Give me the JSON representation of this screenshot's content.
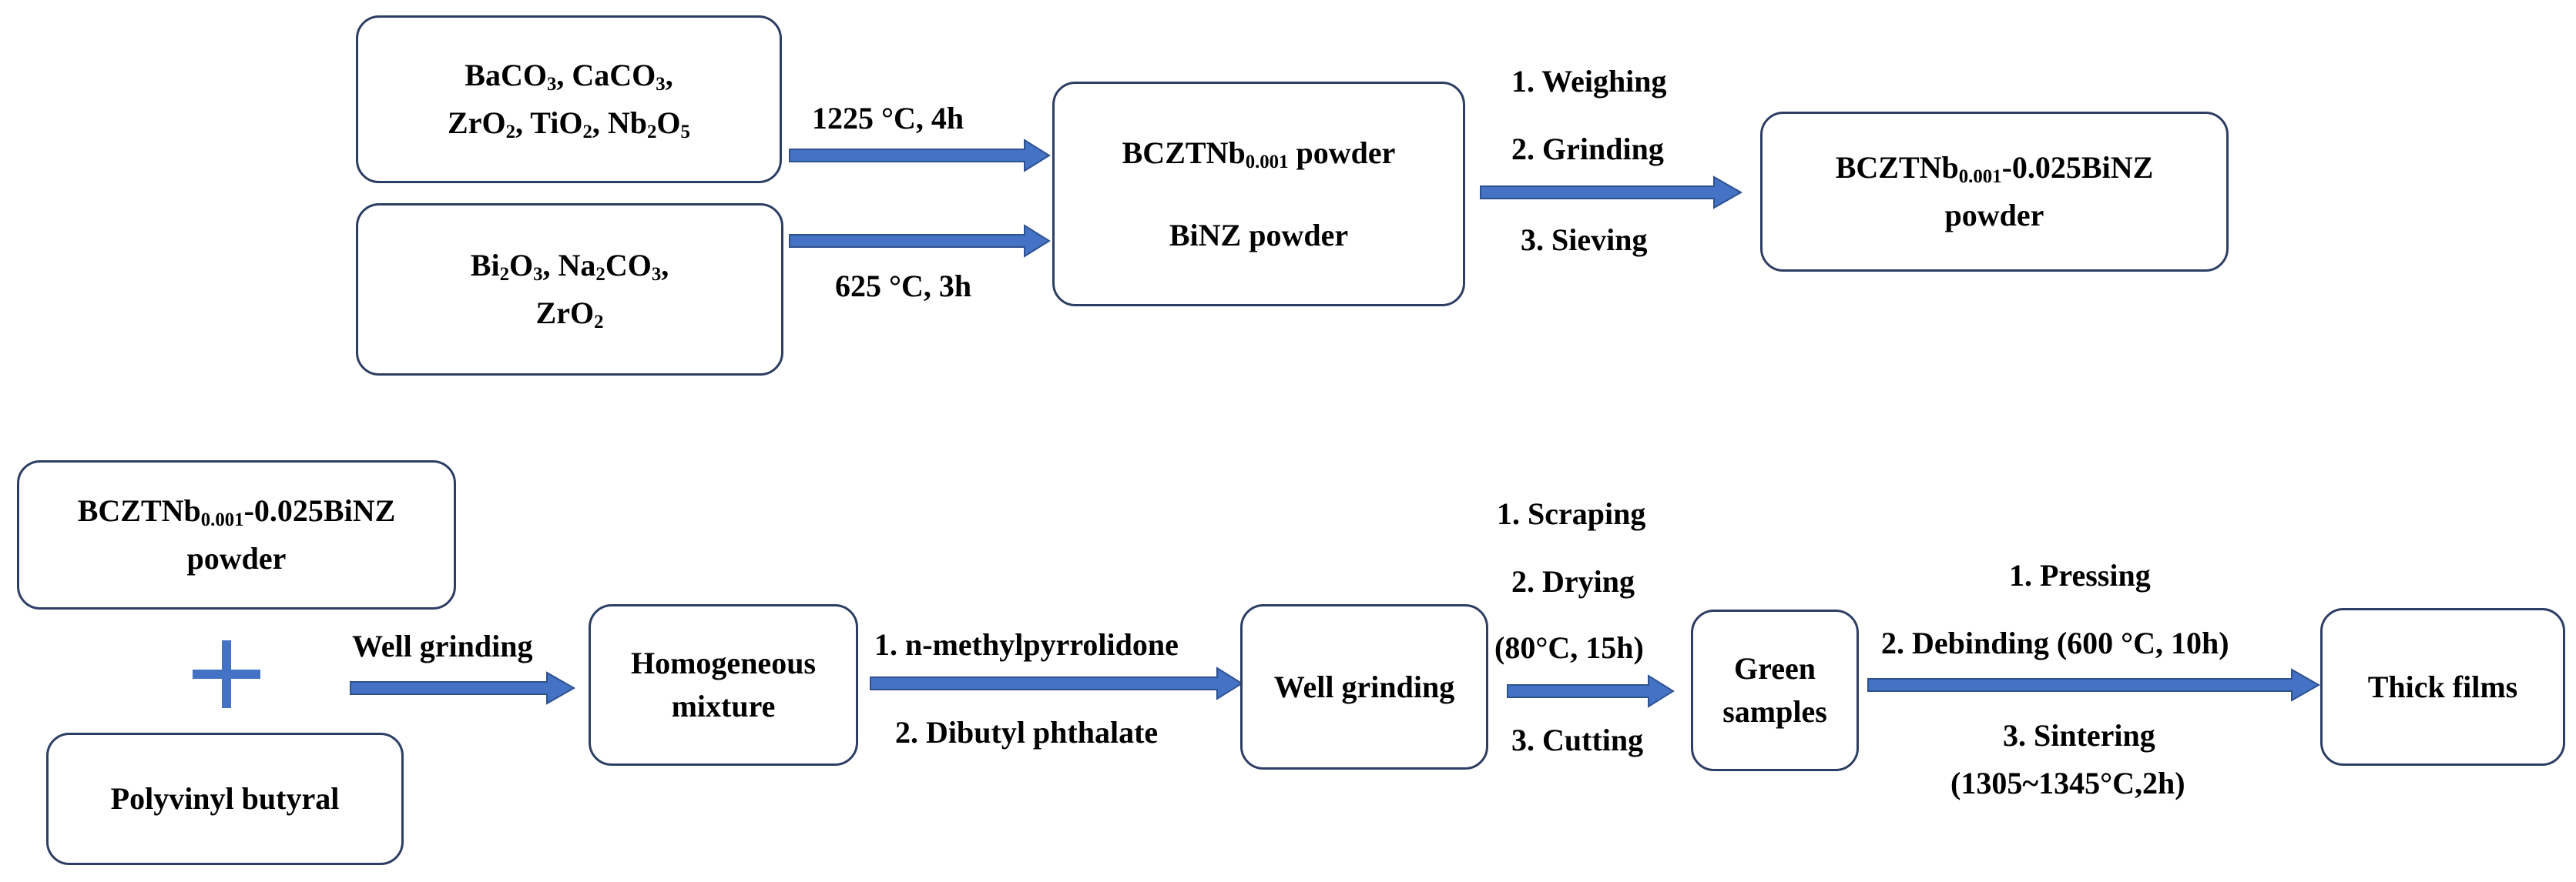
{
  "colors": {
    "arrow": "#4472c4",
    "arrow_stroke": "#2f528f",
    "box_border": "#2c3e63",
    "plus": "#4472c4"
  },
  "top_row": {
    "raw_a": {
      "l1a": "BaCO",
      "l1b": "3",
      "l1c": ", CaCO",
      "l1d": "3",
      "l1e": ",",
      "l2a": "ZrO",
      "l2b": "2",
      "l2c": ", TiO",
      "l2d": "2",
      "l2e": ", Nb",
      "l2f": "2",
      "l2g": "O",
      "l2h": "5"
    },
    "raw_b": {
      "l1a": "Bi",
      "l1b": "2",
      "l1c": "O",
      "l1d": "3",
      "l1e": ", Na",
      "l1f": "2",
      "l1g": "CO",
      "l1h": "3",
      "l1i": ",",
      "l2a": "ZrO",
      "l2b": "2"
    },
    "cond_a": "1225 °C, 4h",
    "cond_b": "625 °C, 3h",
    "powders": {
      "l1a": "BCZTNb",
      "l1b": "0.001",
      "l1c": " powder",
      "l2": "BiNZ powder"
    },
    "steps": [
      "1. Weighing",
      "2. Grinding",
      "3. Sieving"
    ],
    "result": {
      "l1a": "BCZTNb",
      "l1b": "0.001",
      "l1c": "-0.025BiNZ",
      "l2": "powder"
    }
  },
  "bottom_row": {
    "powder": {
      "l1a": "BCZTNb",
      "l1b": "0.001",
      "l1c": "-0.025BiNZ",
      "l2": "powder"
    },
    "binder": "Polyvinyl butyral",
    "grind_label": "Well grinding",
    "mixture": {
      "l1": "Homogeneous",
      "l2": "mixture"
    },
    "solvents": [
      "1. n-methylpyrrolidone",
      "2. Dibutyl phthalate"
    ],
    "well_grinding": "Well grinding",
    "steps2": [
      "1. Scraping",
      "2. Drying",
      "(80°C, 15h)",
      "3. Cutting"
    ],
    "green": {
      "l1": "Green",
      "l2": "samples"
    },
    "steps3": [
      "1. Pressing",
      "2. Debinding (600 °C, 10h)",
      "3. Sintering",
      "(1305~1345°C,2h)"
    ],
    "final": "Thick films"
  }
}
